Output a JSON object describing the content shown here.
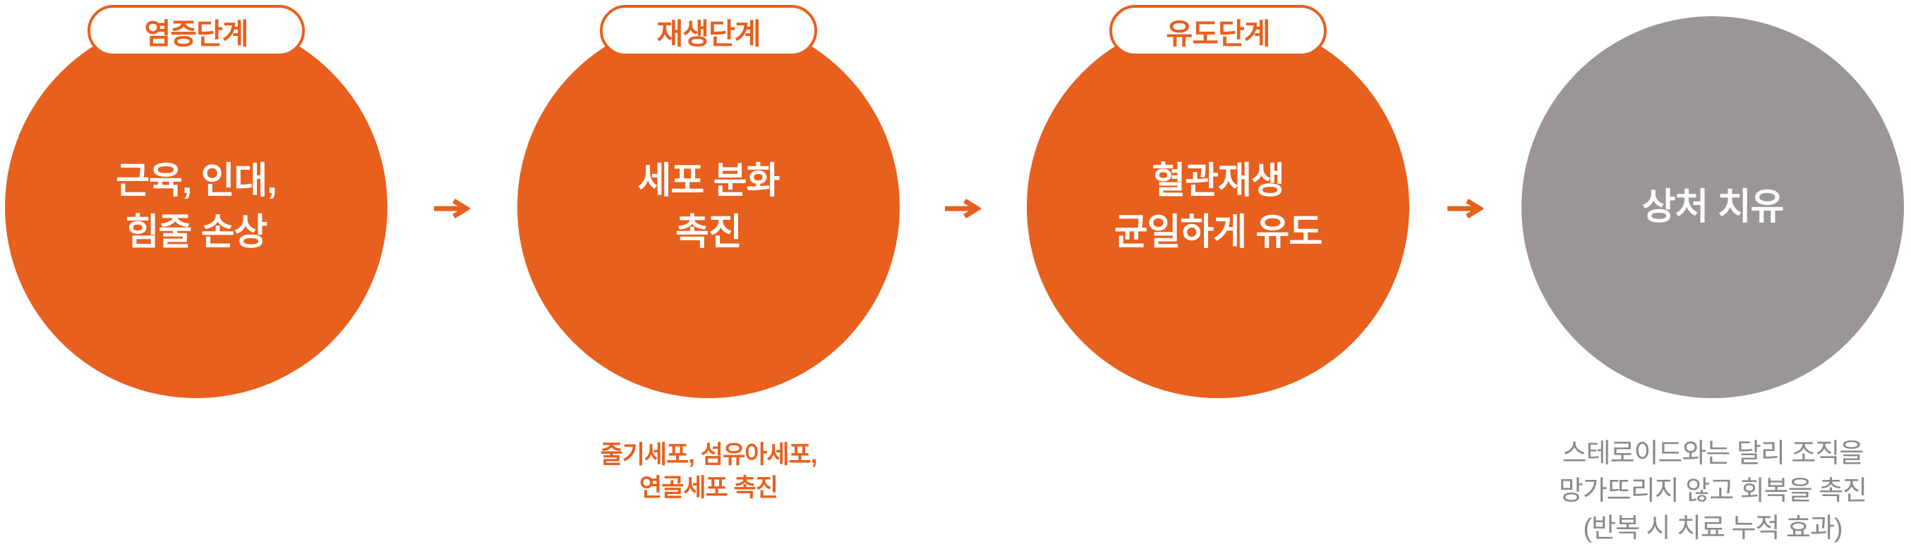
{
  "colors": {
    "stage_orange": "#E7601D",
    "stage_gray": "#9B9598",
    "caption_gray": "#8A8A8A",
    "label_white": "#FFFFFF"
  },
  "arrow": {
    "symbol": "→"
  },
  "stages": [
    {
      "badge": "염증단계",
      "label": [
        "근육, 인대,",
        "힘줄 손상"
      ]
    },
    {
      "badge": "재생단계",
      "label": [
        "세포 분화",
        "촉진"
      ],
      "caption": [
        "줄기세포, 섬유아세포,",
        "연골세포 촉진"
      ]
    },
    {
      "badge": "유도단계",
      "label": [
        "혈관재생",
        "균일하게 유도"
      ]
    },
    {
      "label": [
        "상처 치유"
      ],
      "caption": [
        "스테로이드와는 달리 조직을",
        "망가뜨리지 않고 회복을 촉진",
        "(반복 시 치료 누적 효과)"
      ]
    }
  ]
}
